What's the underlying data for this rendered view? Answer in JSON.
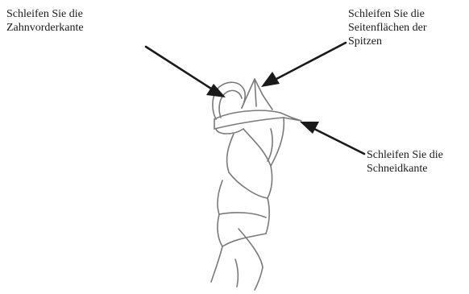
{
  "labels": {
    "tooth_front_edge": [
      "Schleifen Sie die",
      "Zahnvorderkante"
    ],
    "tip_side_faces": [
      "Schleifen Sie die",
      "Seitenflächen der",
      "Spitzen"
    ],
    "cutting_edge": [
      "Schleifen Sie die",
      "Schneidkante"
    ]
  },
  "colors": {
    "outline": "#7a7a7a",
    "arrow": "#1a1a1a",
    "text": "#1a1a1a"
  }
}
